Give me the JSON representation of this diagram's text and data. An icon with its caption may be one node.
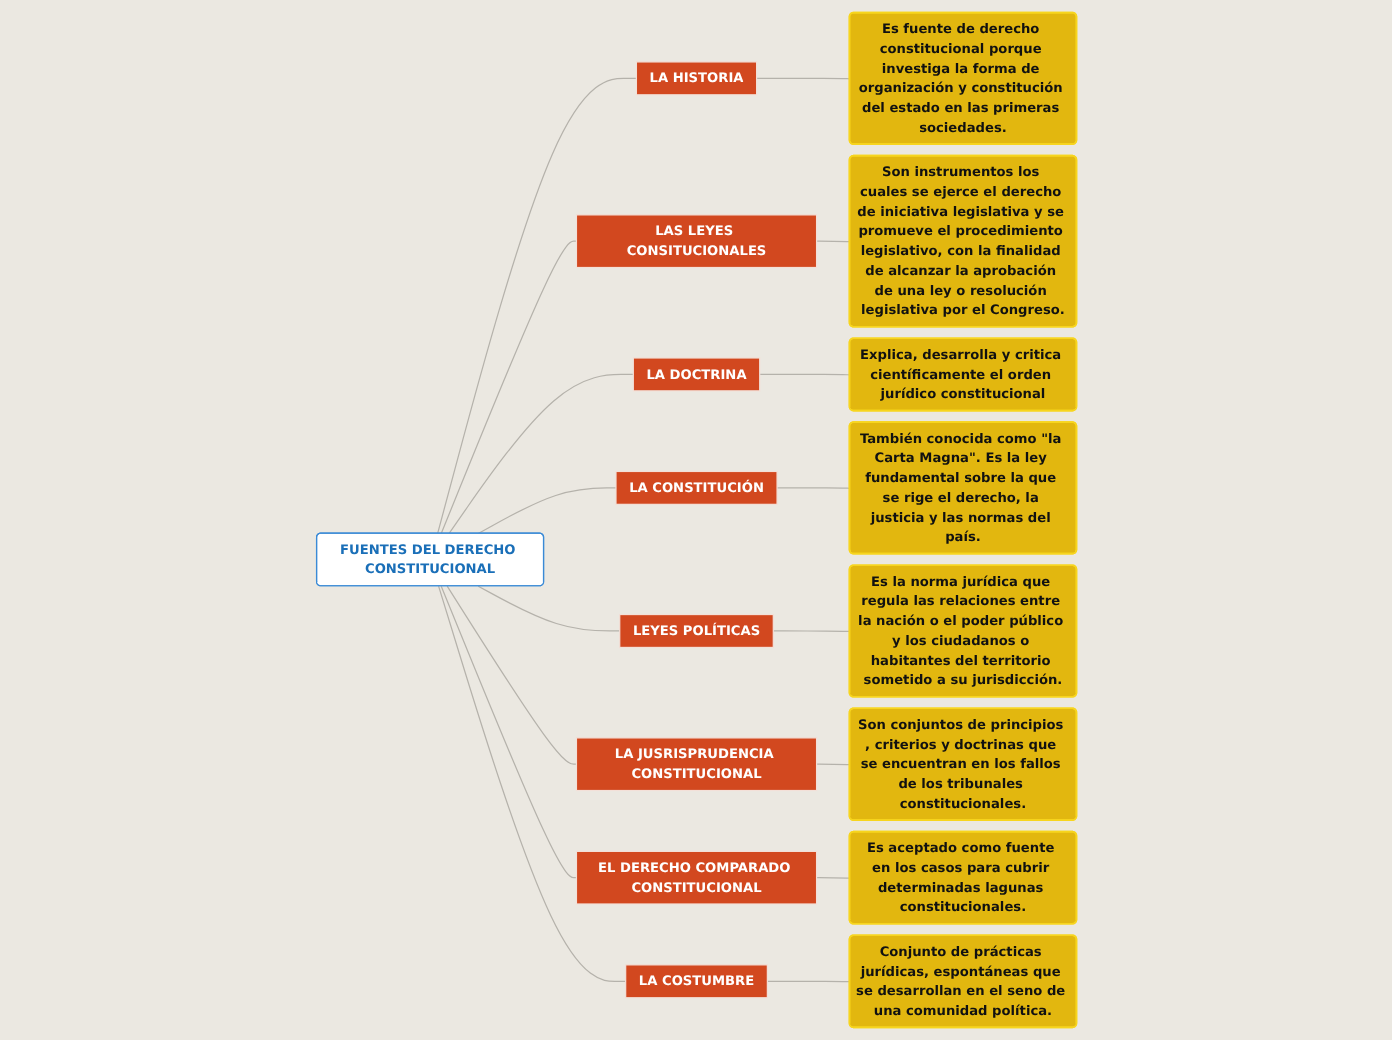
{
  "diagram": {
    "nodes": [
      {
        "text": [
          "FUENTES DEL DERECHO CONSTITUCIONAL"
        ]
      },
      {
        "text": [
          "LA HISTORIA"
        ]
      },
      {
        "text": [
          "Es fuente de derecho constitucional porque investiga la forma de organización y constitución del estado en las primeras sociedades."
        ]
      },
      {
        "text": [
          "LAS LEYES CONSITUCIONALES"
        ]
      },
      {
        "text": [
          "Son instrumentos los cuales se ejerce el derecho de iniciativa legislativa y se promueve el procedimiento legislativo, con la finalidad de alcanzar la aprobación de una ley o resolución legislativa por el Congreso."
        ]
      },
      {
        "text": [
          "LA DOCTRINA"
        ]
      },
      {
        "text": [
          "Explica, desarrolla y critica científicamente el orden jurídico constitucional"
        ]
      },
      {
        "text": [
          "LA CONSTITUCIÓN"
        ]
      },
      {
        "text": [
          "También conocida como \"la Carta Magna\". Es la ley fundamental sobre la que se rige el derecho, la justicia y las normas del país."
        ]
      },
      {
        "text": [
          "LEYES POLÍTICAS"
        ]
      },
      {
        "text": [
          "Es la norma jurídica que regula las relaciones entre la nación o el poder público y los ciudadanos o habitantes del territorio sometido a su jurisdicción."
        ]
      },
      {
        "text": [
          "LA JUSRISPRUDENCIA CONSTITUCIONAL"
        ]
      },
      {
        "text": [
          "Son conjuntos de principios , criterios y doctrinas que se encuentran en los fallos de los tribunales constitucionales."
        ]
      },
      {
        "text": [
          "EL DERECHO COMPARADO CONSTITUCIONAL"
        ]
      },
      {
        "text": [
          "Es aceptado como fuente en los casos para cubrir determinadas lagunas constitucionales."
        ]
      },
      {
        "text": [
          "LA COSTUMBRE"
        ]
      },
      {
        "text": [
          "Conjunto de prácticas jurídicas, espontáneas que se desarrollan en el seno de una comunidad política."
        ]
      }
    ],
    "edges": [
      {
        "from": 0,
        "to": 1,
        "arrow": "none"
      },
      {
        "from": 1,
        "to": 2,
        "arrow": "none"
      },
      {
        "from": 0,
        "to": 3,
        "arrow": "none"
      },
      {
        "from": 3,
        "to": 4,
        "arrow": "none"
      },
      {
        "from": 0,
        "to": 5,
        "arrow": "none"
      },
      {
        "from": 5,
        "to": 6,
        "arrow": "none"
      },
      {
        "from": 0,
        "to": 7,
        "arrow": "none"
      },
      {
        "from": 7,
        "to": 8,
        "arrow": "none"
      },
      {
        "from": 0,
        "to": 9,
        "arrow": "none"
      },
      {
        "from": 9,
        "to": 10,
        "arrow": "none"
      },
      {
        "from": 0,
        "to": 11,
        "arrow": "none"
      },
      {
        "from": 11,
        "to": 12,
        "arrow": "none"
      },
      {
        "from": 0,
        "to": 13,
        "arrow": "none"
      },
      {
        "from": 13,
        "to": 14,
        "arrow": "none"
      },
      {
        "from": 0,
        "to": 15,
        "arrow": "none"
      },
      {
        "from": 15,
        "to": 16,
        "arrow": "none"
      }
    ]
  }
}
